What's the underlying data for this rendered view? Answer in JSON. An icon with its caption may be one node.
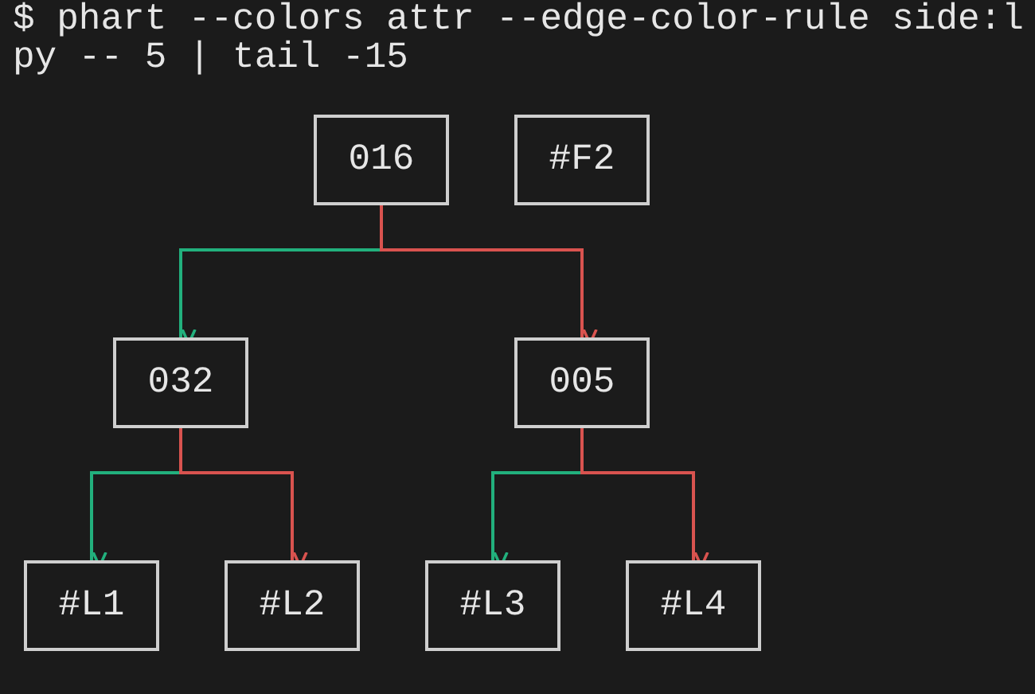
{
  "diagram": {
    "nodes": [
      {
        "text": [
          "016"
        ]
      },
      {
        "text": [
          "#F2"
        ]
      },
      {
        "text": [
          "032"
        ]
      },
      {
        "text": [
          "005"
        ]
      },
      {
        "text": [
          "#L1"
        ]
      },
      {
        "text": [
          "#L2"
        ]
      },
      {
        "text": [
          "#L3"
        ]
      },
      {
        "text": [
          "#L4"
        ]
      }
    ],
    "edges": [
      {
        "from": 0,
        "to": 2,
        "arrow": "to",
        "color": "#22b07d"
      },
      {
        "from": 0,
        "to": 3,
        "arrow": "to",
        "color": "#d9534f"
      },
      {
        "from": 2,
        "to": 4,
        "arrow": "to",
        "color": "#22b07d"
      },
      {
        "from": 2,
        "to": 5,
        "arrow": "to",
        "color": "#d9534f"
      },
      {
        "from": 3,
        "to": 6,
        "arrow": "to",
        "color": "#22b07d"
      },
      {
        "from": 3,
        "to": 7,
        "arrow": "to",
        "color": "#d9534f"
      }
    ],
    "labels": [
      "$ phart --colors attr --edge-color-rule side:l",
      "py -- 5 | tail -15"
    ]
  }
}
